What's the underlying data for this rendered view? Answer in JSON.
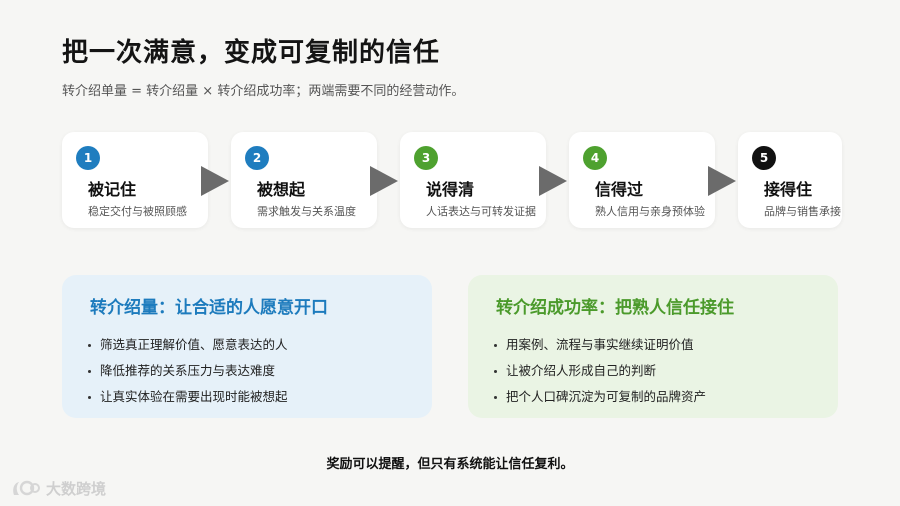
{
  "title": "把一次满意，变成可复制的信任",
  "subtitle": "转介绍单量 = 转介绍量 × 转介绍成功率；两端需要不同的经营动作。",
  "steps": [
    {
      "num": "1",
      "title": "被记住",
      "desc": "稳定交付与被照顾感",
      "color": "#1f7dbf"
    },
    {
      "num": "2",
      "title": "被想起",
      "desc": "需求触发与关系温度",
      "color": "#1f7dbf"
    },
    {
      "num": "3",
      "title": "说得清",
      "desc": "人话表达与可转发证据",
      "color": "#4ea12f"
    },
    {
      "num": "4",
      "title": "信得过",
      "desc": "熟人信用与亲身预体验",
      "color": "#4ea12f"
    },
    {
      "num": "5",
      "title": "接得住",
      "desc": "品牌与销售承接",
      "color": "#111111"
    }
  ],
  "cards": {
    "left": {
      "title": "转介绍量：让合适的人愿意开口",
      "items": [
        "筛选真正理解价值、愿意表达的人",
        "降低推荐的关系压力与表达难度",
        "让真实体验在需要出现时能被想起"
      ]
    },
    "right": {
      "title": "转介绍成功率：把熟人信任接住",
      "items": [
        "用案例、流程与事实继续证明价值",
        "让被介绍人形成自己的判断",
        "把个人口碑沉淀为可复制的品牌资产"
      ]
    }
  },
  "footer": "奖励可以提醒，但只有系统能让信任复利。",
  "watermark": {
    "text": "大数跨境"
  }
}
